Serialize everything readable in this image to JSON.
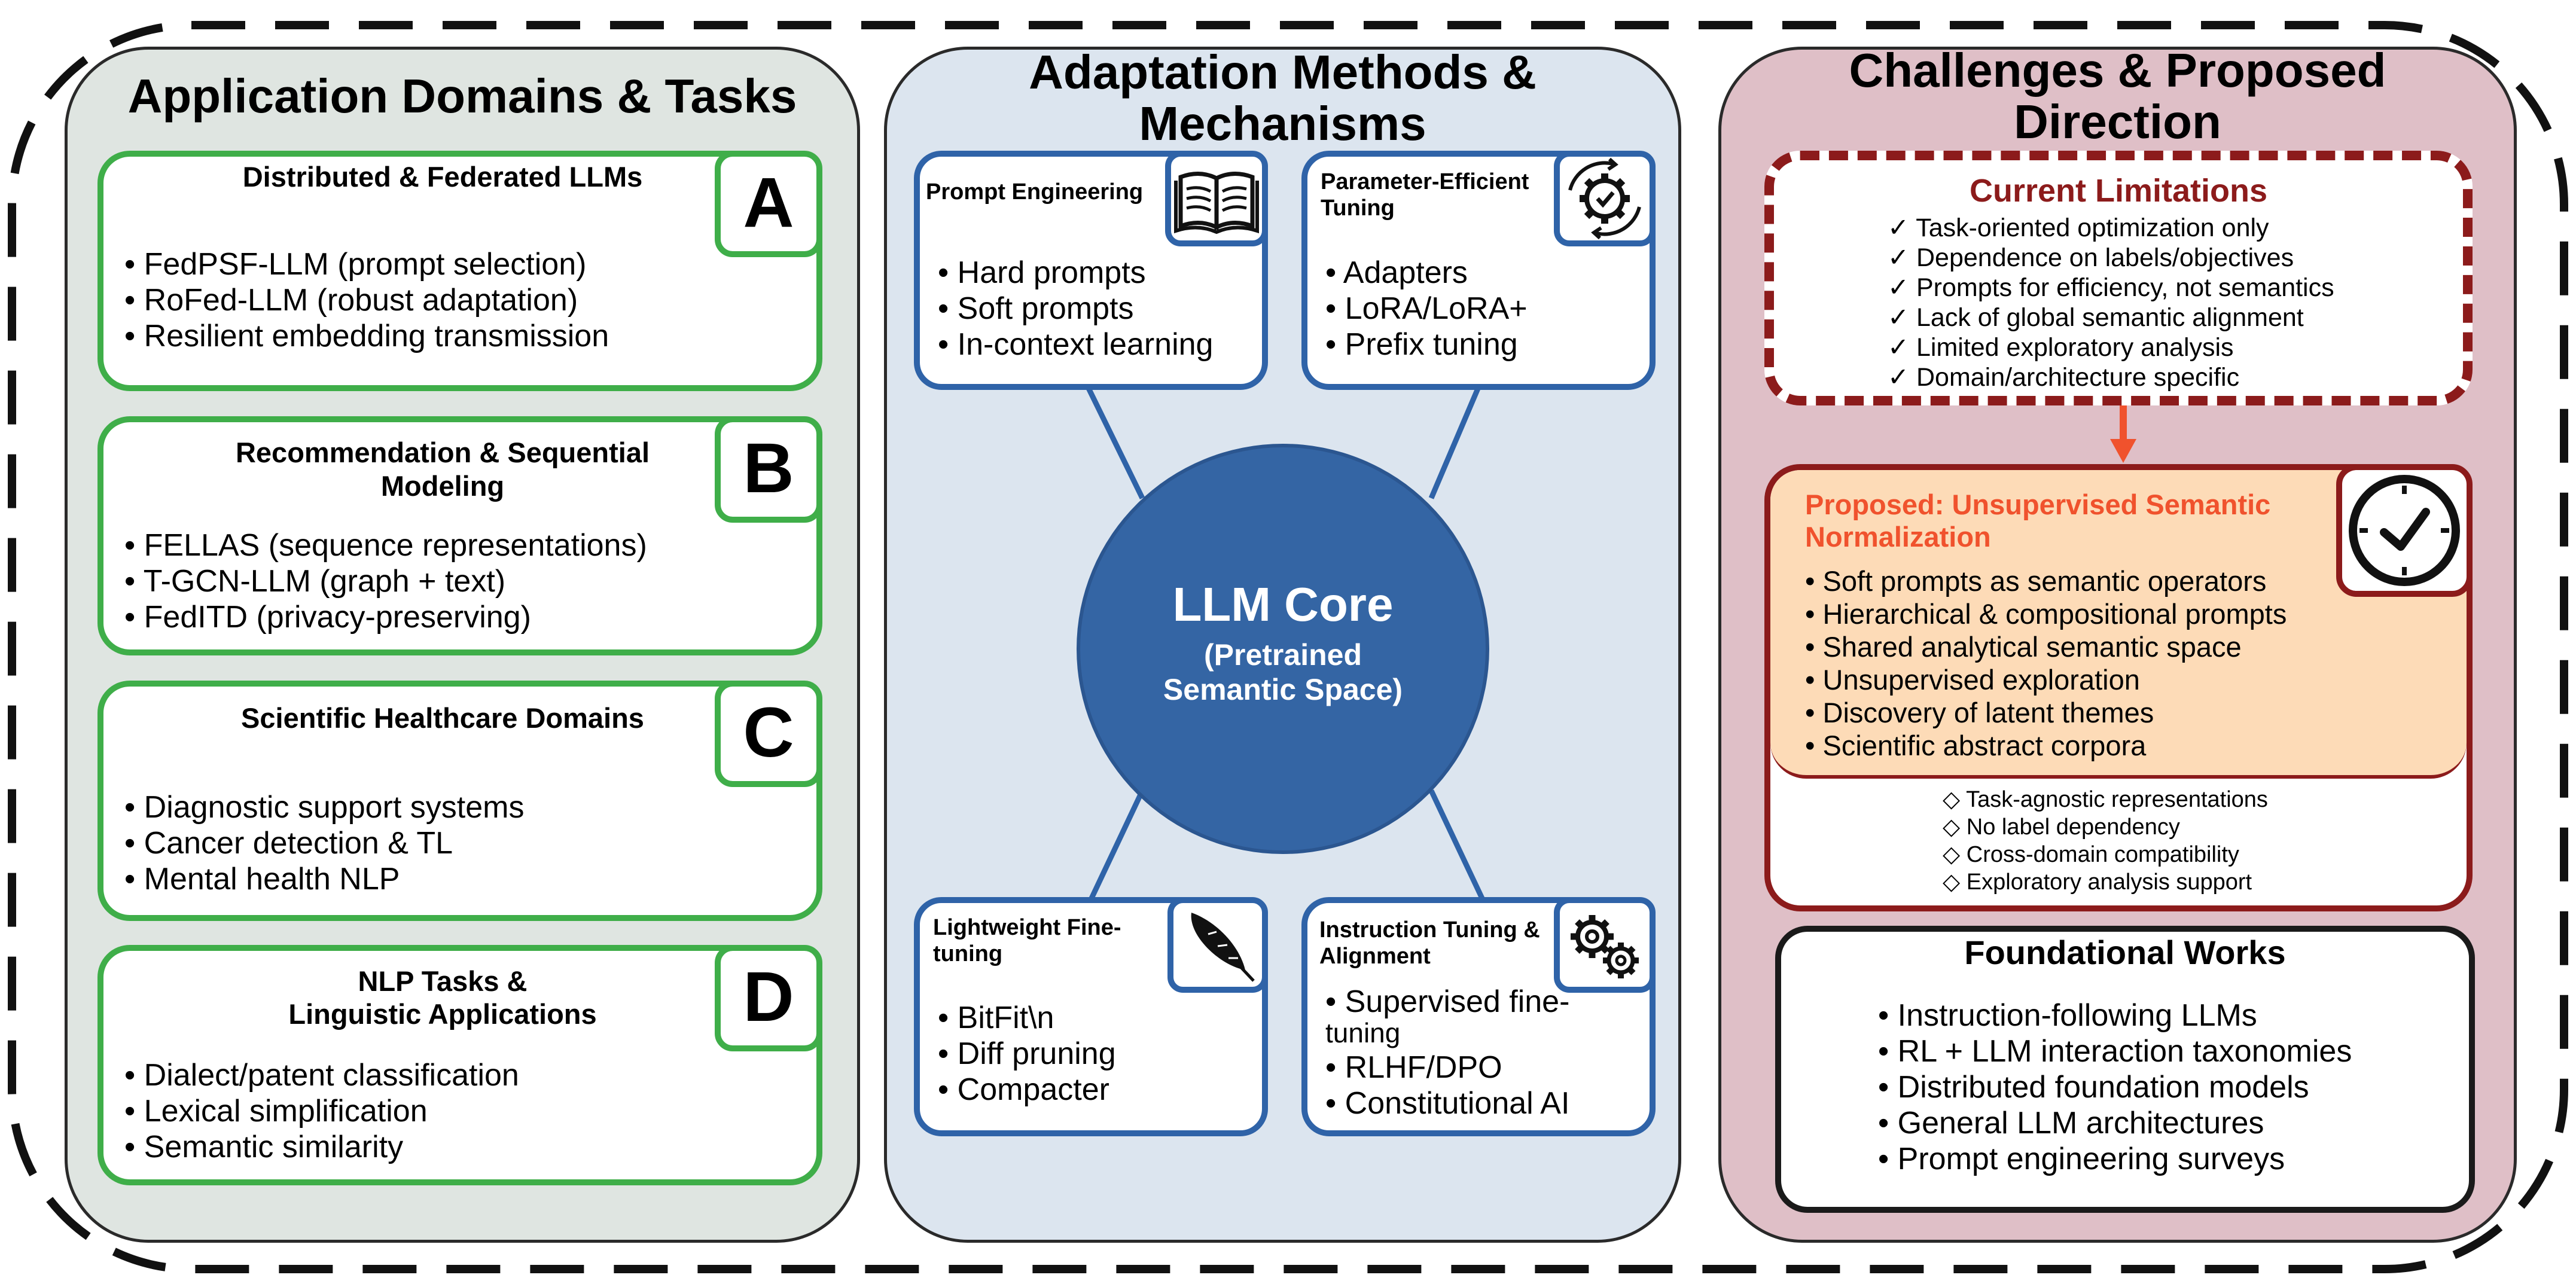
{
  "columns": {
    "left": {
      "title": "Application Domains & Tasks",
      "cards": [
        {
          "letter": "A",
          "title": "Distributed & Federated LLMs",
          "items": [
            "FedPSF-LLM (prompt selection)",
            "RoFed-LLM (robust adaptation)",
            "Resilient embedding transmission"
          ]
        },
        {
          "letter": "B",
          "title_line1": "Recommendation & Sequential",
          "title_line2": "Modeling",
          "items": [
            "FELLAS (sequence representations)",
            "T-GCN-LLM (graph + text)",
            "FedITD (privacy-preserving)"
          ]
        },
        {
          "letter": "C",
          "title": "Scientific Healthcare Domains",
          "items": [
            "Diagnostic support systems",
            "Cancer detection & TL",
            "Mental health NLP"
          ]
        },
        {
          "letter": "D",
          "title_line1": "NLP Tasks &",
          "title_line2": "Linguistic Applications",
          "items": [
            "Dialect/patent classification",
            "Lexical simplification",
            "Semantic similarity"
          ]
        }
      ]
    },
    "middle": {
      "title_line1": "Adaptation Methods &",
      "title_line2": "Mechanisms",
      "core": {
        "title": "LLM Core",
        "subtitle_line1": "(Pretrained",
        "subtitle_line2": "Semantic Space)"
      },
      "cards": [
        {
          "title": "Prompt Engineering",
          "icon": "open-book-icon",
          "items": [
            "Hard prompts",
            "Soft prompts",
            "In-context learning"
          ]
        },
        {
          "title_line1": "Parameter-Efficient",
          "title_line2": "Tuning",
          "icon": "gear-cycle-icon",
          "items": [
            "Adapters",
            "LoRA/LoRA+",
            "Prefix tuning"
          ]
        },
        {
          "title_line1": "Lightweight Fine-",
          "title_line2": "tuning",
          "icon": "feather-icon",
          "items": [
            "BitFit\\n",
            "Diff pruning",
            "Compacter"
          ]
        },
        {
          "title_line1": "Instruction Tuning &",
          "title_line2": "Alignment",
          "icon": "gears-icon",
          "items": [
            "Supervised fine-",
            "tuning",
            "RLHF/DPO",
            "Constitutional AI"
          ]
        }
      ]
    },
    "right": {
      "title_line1": "Challenges & Proposed",
      "title_line2": "Direction",
      "limitations": {
        "title": "Current Limitations",
        "items": [
          "Task-oriented optimization only",
          "Dependence on labels/objectives",
          "Prompts for efficiency, not semantics",
          "Lack of global semantic alignment",
          "Limited exploratory analysis",
          "Domain/architecture specific"
        ]
      },
      "proposed": {
        "title_line1": "Proposed: Unsupervised Semantic",
        "title_line2": "Normalization",
        "icon": "clock-check-icon",
        "items": [
          "Soft prompts as semantic operators",
          "Hierarchical & compositional prompts",
          "Shared analytical semantic space",
          "Unsupervised exploration",
          "Discovery of latent themes",
          "Scientific abstract corpora"
        ],
        "benefits": [
          "Task-agnostic representations",
          "No label dependency",
          "Cross-domain compatibility",
          "Exploratory analysis support"
        ]
      },
      "foundational": {
        "title": "Foundational Works",
        "items": [
          "Instruction-following LLMs",
          "RL + LLM interaction taxonomies",
          "Distributed foundation models",
          "General LLM architectures",
          "Prompt engineering surveys"
        ]
      }
    }
  },
  "colors": {
    "left_bg": "#dfe5e1",
    "mid_bg": "#dce5ef",
    "right_bg": "#dfbfc7",
    "green": "#3fae49",
    "blue": "#2f63a8",
    "core": "#3465a4",
    "dark_red": "#8c1b1b",
    "orange": "#f0522d",
    "peach": "#fddbb7"
  }
}
